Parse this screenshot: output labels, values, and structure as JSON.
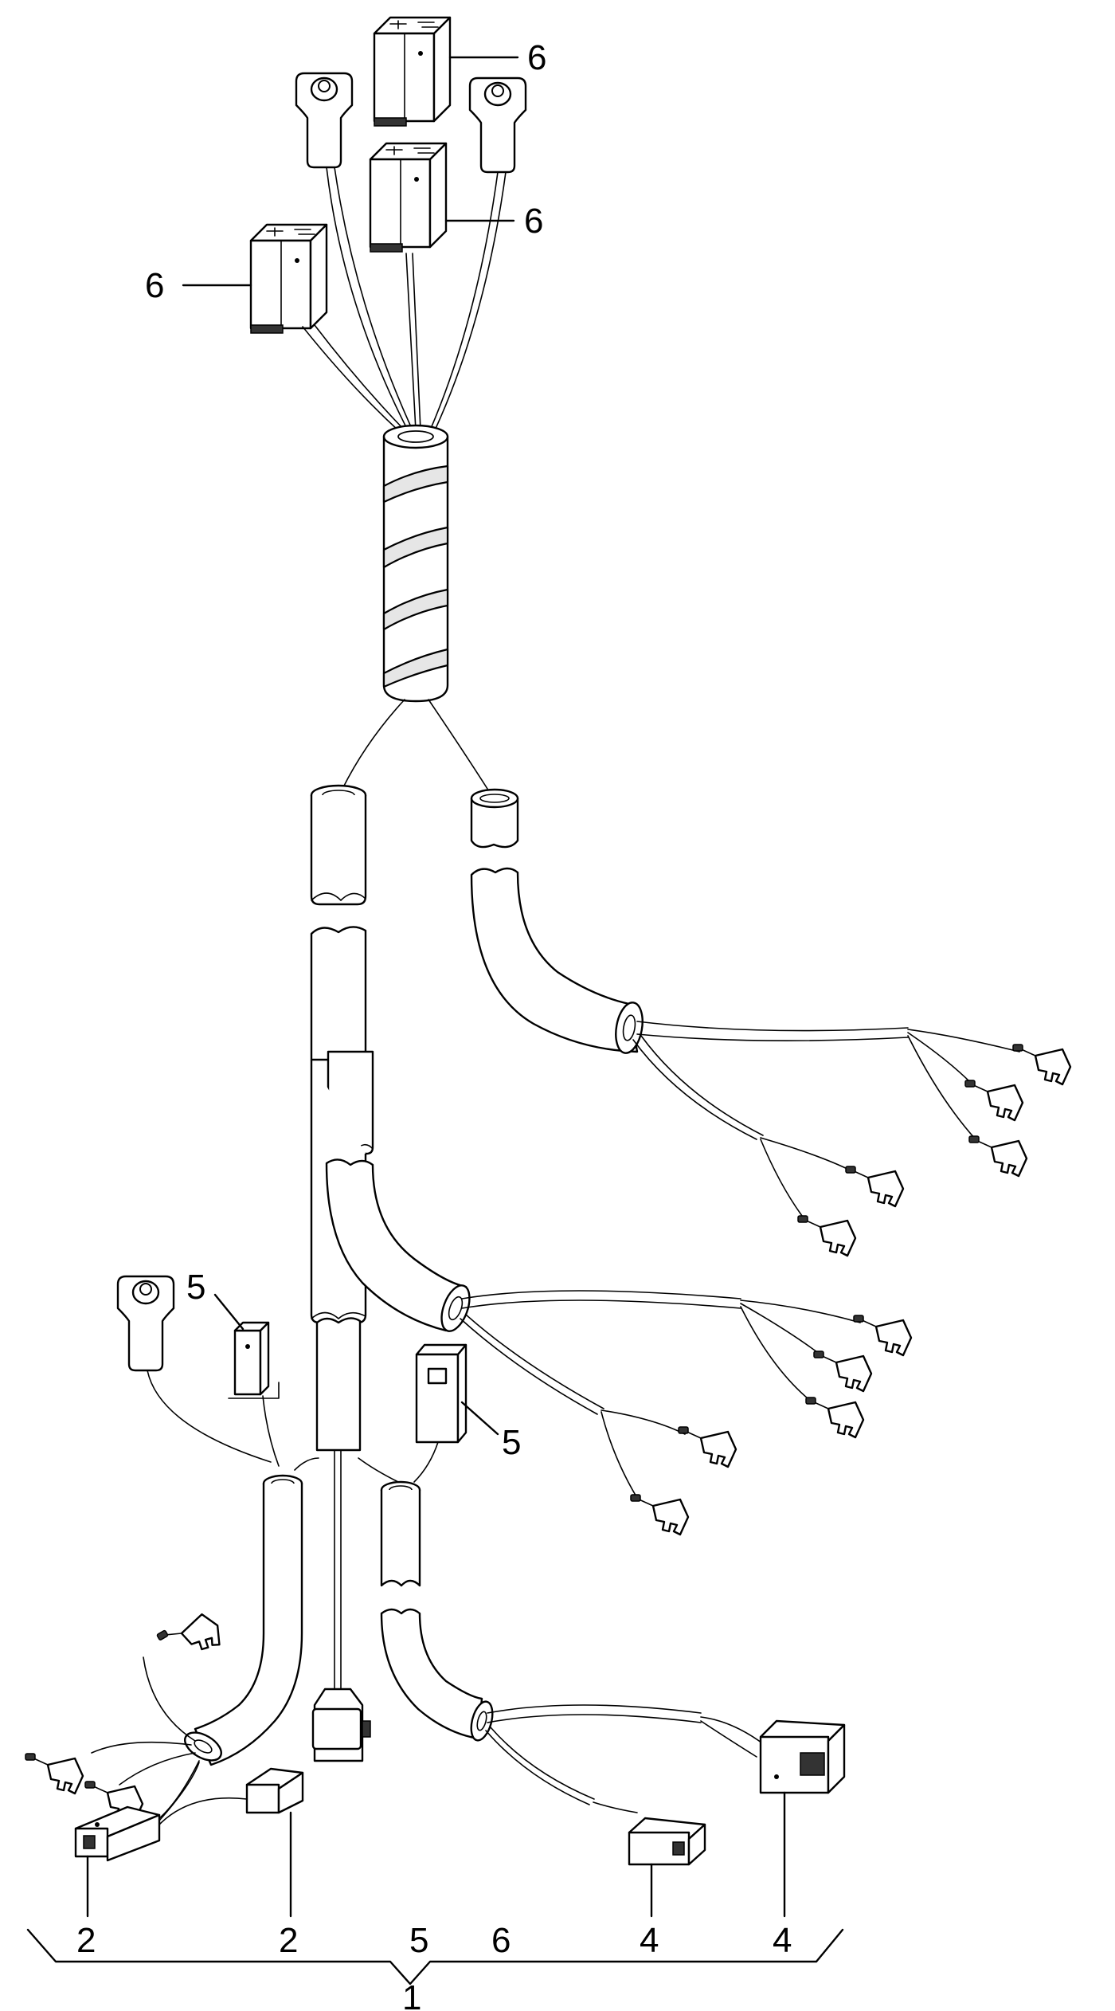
{
  "labels": {
    "relay_top_right": "6",
    "relay_middle": "6",
    "relay_left": "6",
    "small_connector_left": "5",
    "small_connector_right": "5",
    "bottom_left_1": "2",
    "bottom_left_2": "2",
    "bottom_5": "5",
    "bottom_6": "6",
    "bottom_right_1": "4",
    "bottom_right_2": "4",
    "assembly": "1"
  }
}
